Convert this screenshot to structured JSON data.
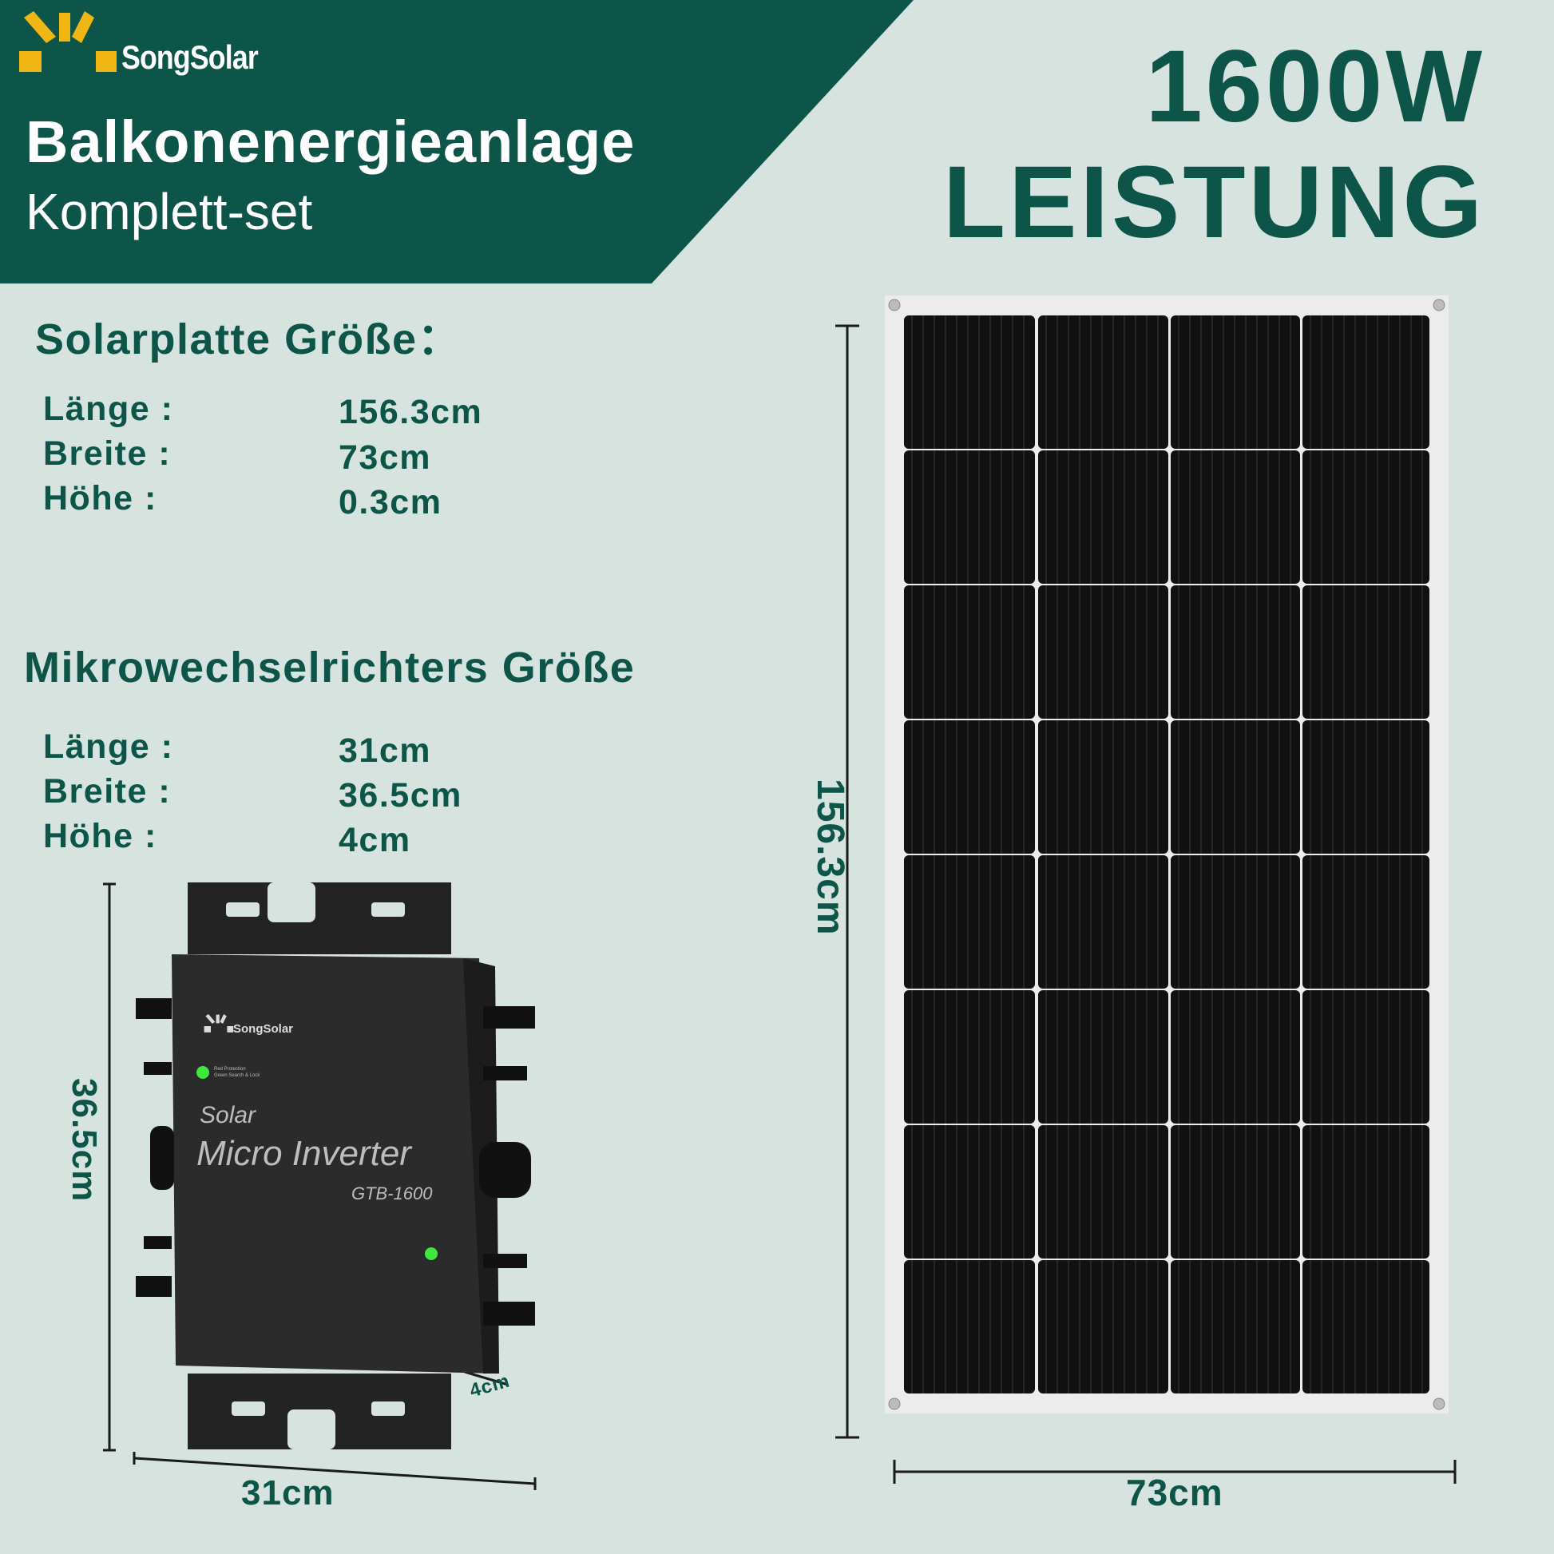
{
  "brand": {
    "name": "SongSolar",
    "logo": "sun-rays-icon"
  },
  "header": {
    "title": "Balkonenergieanlage",
    "subtitle": "Komplett-set",
    "power_line1": "1600W",
    "power_line2": "LEISTUNG"
  },
  "panel_specs": {
    "heading": "Solarplatte Größe：",
    "rows": [
      {
        "label": "Länge :",
        "value": "156.3cm"
      },
      {
        "label": "Breite :",
        "value": "73cm"
      },
      {
        "label": "Höhe :",
        "value": "0.3cm"
      }
    ]
  },
  "inverter_specs": {
    "heading": "Mikrowechselrichters Größe",
    "rows": [
      {
        "label": "Länge :",
        "value": "31cm"
      },
      {
        "label": "Breite :",
        "value": "36.5cm"
      },
      {
        "label": "Höhe :",
        "value": "4cm"
      }
    ]
  },
  "inverter": {
    "brand": "SongSolar",
    "line1": "Solar",
    "line2": "Micro Inverter",
    "model": "GTB-1600",
    "led_text1": "Red Protection",
    "led_text2": "Green Search & Lock",
    "dim_height": "36.5cm",
    "dim_width": "31cm",
    "dim_depth": "4cm"
  },
  "solar_panel": {
    "dim_height": "156.3cm",
    "dim_width": "73cm"
  },
  "colors": {
    "background": "#d6e3df",
    "brand_green": "#0c5548",
    "sun_yellow": "#f2b614"
  }
}
